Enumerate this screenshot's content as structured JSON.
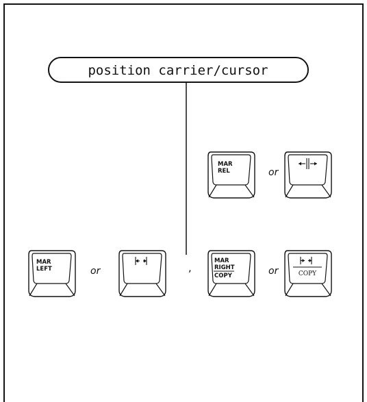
{
  "title": "position carrier/cursor",
  "or_label": "or",
  "separator": ",",
  "keys": {
    "mar_rel": {
      "line1": "MAR",
      "line2": "REL"
    },
    "release_icon": {
      "icon": "margin-release-arrows-icon"
    },
    "mar_left": {
      "line1": "MAR",
      "line2": "LEFT"
    },
    "left_icon": {
      "icon": "left-margin-arrows-icon"
    },
    "mar_right_copy": {
      "line1": "MAR",
      "line2": "RIGHT",
      "line3": "COPY"
    },
    "right_copy_icon": {
      "icon": "right-margin-arrows-icon",
      "line1": "COPY"
    }
  }
}
